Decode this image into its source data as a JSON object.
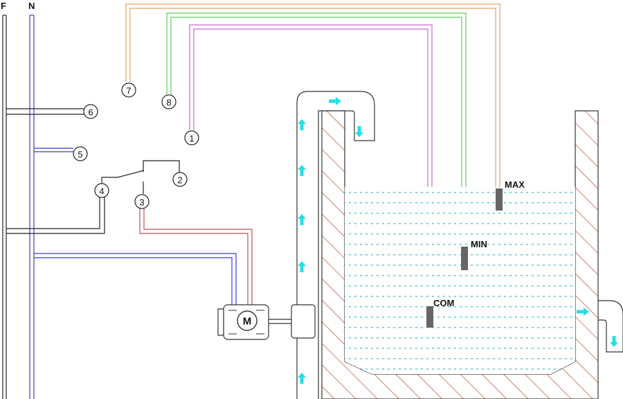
{
  "rails": {
    "phase_label": "F",
    "neutral_label": "N",
    "phase_color": "#222222",
    "neutral_color": "#3a3ad0"
  },
  "terminals": [
    "1",
    "2",
    "3",
    "4",
    "5",
    "6",
    "7",
    "8"
  ],
  "motor": {
    "label": "M"
  },
  "probes": {
    "max_label": "MAX",
    "min_label": "MIN",
    "com_label": "COM"
  },
  "colors": {
    "max_wire": "#e8a060",
    "min_wire": "#5ccc5c",
    "com_wire": "#cc66cc",
    "motor_phase_wire": "#c05050",
    "flow_arrow": "#22e0e8",
    "water_dots": "#5cc8c8",
    "hatch": "#b04020",
    "probe_body": "#666666"
  }
}
